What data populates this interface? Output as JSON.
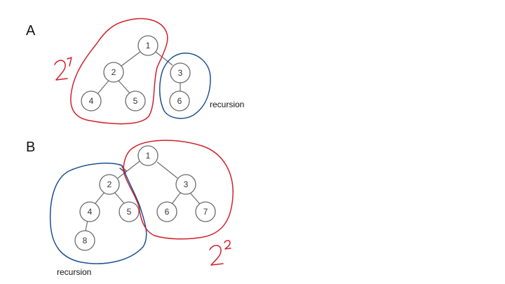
{
  "section_a": {
    "letter": "A",
    "nodes": [
      "1",
      "2",
      "3",
      "4",
      "5",
      "6"
    ],
    "annotation_base": "2",
    "annotation_exp": "1",
    "recursion_label": "recursion"
  },
  "section_b": {
    "letter": "B",
    "nodes": [
      "1",
      "2",
      "3",
      "4",
      "5",
      "6",
      "7",
      "8"
    ],
    "annotation_base": "2",
    "annotation_exp": "2",
    "recursion_label": "recursion"
  },
  "colors": {
    "red_ink": "#d1202a",
    "blue_ink": "#1d4f8f",
    "node_stroke": "#6b6b6b"
  }
}
